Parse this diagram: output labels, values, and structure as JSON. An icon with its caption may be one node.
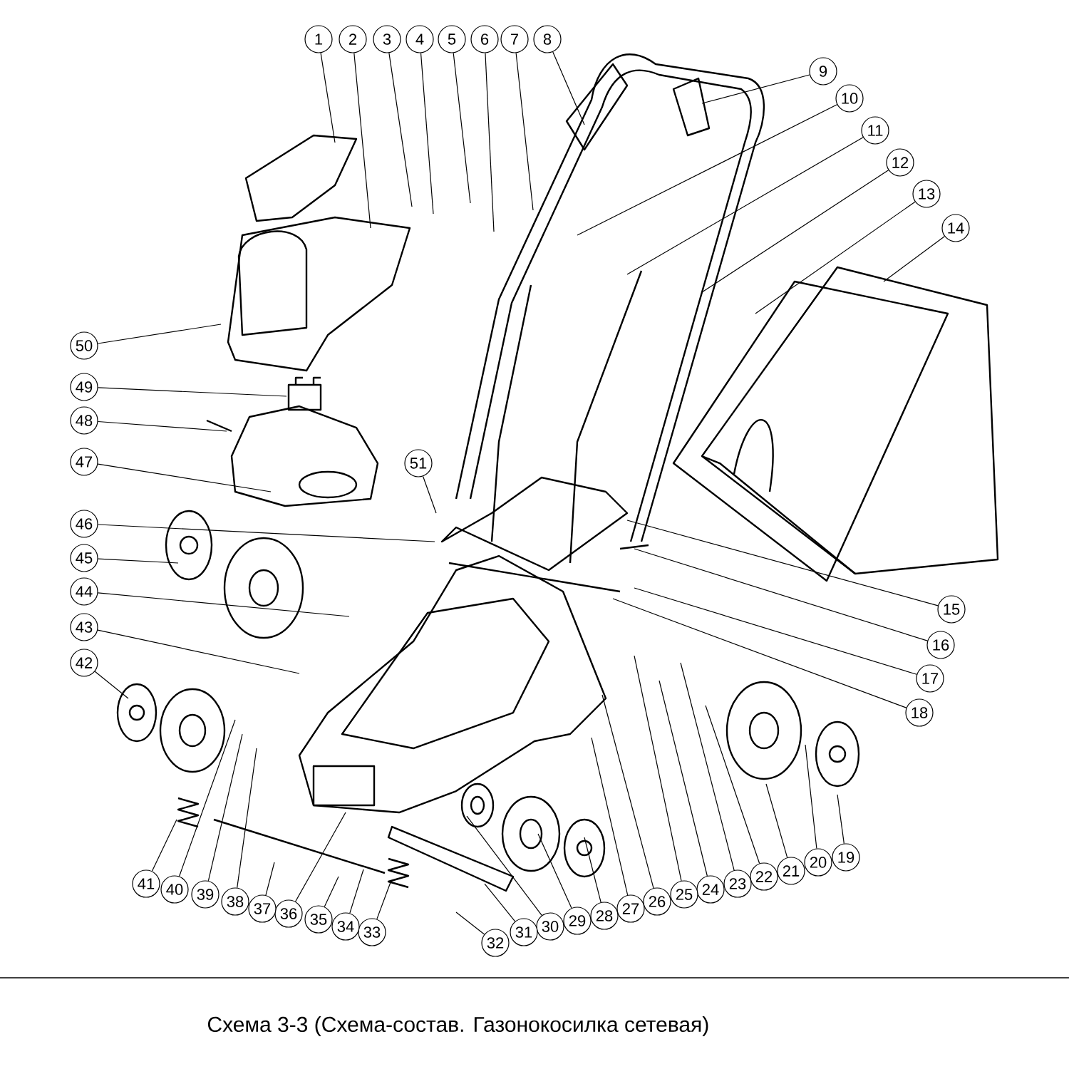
{
  "diagram": {
    "caption": "Схема 3-3 (Схема-состав. Газонокосилка сетевая)",
    "nodes": [
      {
        "text": [
          "1"
        ]
      },
      {
        "text": [
          "2"
        ]
      },
      {
        "text": [
          "3"
        ]
      },
      {
        "text": [
          "4"
        ]
      },
      {
        "text": [
          "5"
        ]
      },
      {
        "text": [
          "6"
        ]
      },
      {
        "text": [
          "7"
        ]
      },
      {
        "text": [
          "8"
        ]
      },
      {
        "text": [
          "9"
        ]
      },
      {
        "text": [
          "10"
        ]
      },
      {
        "text": [
          "11"
        ]
      },
      {
        "text": [
          "12"
        ]
      },
      {
        "text": [
          "13"
        ]
      },
      {
        "text": [
          "14"
        ]
      },
      {
        "text": [
          "15"
        ]
      },
      {
        "text": [
          "16"
        ]
      },
      {
        "text": [
          "17"
        ]
      },
      {
        "text": [
          "18"
        ]
      },
      {
        "text": [
          "19"
        ]
      },
      {
        "text": [
          "20"
        ]
      },
      {
        "text": [
          "21"
        ]
      },
      {
        "text": [
          "22"
        ]
      },
      {
        "text": [
          "23"
        ]
      },
      {
        "text": [
          "24"
        ]
      },
      {
        "text": [
          "25"
        ]
      },
      {
        "text": [
          "26"
        ]
      },
      {
        "text": [
          "27"
        ]
      },
      {
        "text": [
          "28"
        ]
      },
      {
        "text": [
          "29"
        ]
      },
      {
        "text": [
          "30"
        ]
      },
      {
        "text": [
          "31"
        ]
      },
      {
        "text": [
          "32"
        ]
      },
      {
        "text": [
          "33"
        ]
      },
      {
        "text": [
          "34"
        ]
      },
      {
        "text": [
          "35"
        ]
      },
      {
        "text": [
          "36"
        ]
      },
      {
        "text": [
          "37"
        ]
      },
      {
        "text": [
          "38"
        ]
      },
      {
        "text": [
          "39"
        ]
      },
      {
        "text": [
          "40"
        ]
      },
      {
        "text": [
          "41"
        ]
      },
      {
        "text": [
          "42"
        ]
      },
      {
        "text": [
          "43"
        ]
      },
      {
        "text": [
          "44"
        ]
      },
      {
        "text": [
          "45"
        ]
      },
      {
        "text": [
          "46"
        ]
      },
      {
        "text": [
          "47"
        ]
      },
      {
        "text": [
          "48"
        ]
      },
      {
        "text": [
          "49"
        ]
      },
      {
        "text": [
          "50"
        ]
      },
      {
        "text": [
          "51"
        ]
      }
    ],
    "edges": [
      {
        "from": 0,
        "to": null,
        "arrow": "none"
      },
      {
        "from": 1,
        "to": null,
        "arrow": "none"
      },
      {
        "from": 2,
        "to": null,
        "arrow": "none"
      },
      {
        "from": 3,
        "to": null,
        "arrow": "none"
      },
      {
        "from": 4,
        "to": null,
        "arrow": "none"
      },
      {
        "from": 5,
        "to": null,
        "arrow": "none"
      },
      {
        "from": 6,
        "to": null,
        "arrow": "none"
      },
      {
        "from": 7,
        "to": null,
        "arrow": "none"
      },
      {
        "from": 8,
        "to": null,
        "arrow": "none"
      },
      {
        "from": 9,
        "to": null,
        "arrow": "none"
      },
      {
        "from": 10,
        "to": null,
        "arrow": "none"
      },
      {
        "from": 11,
        "to": null,
        "arrow": "none"
      },
      {
        "from": 12,
        "to": null,
        "arrow": "none"
      },
      {
        "from": 13,
        "to": null,
        "arrow": "none"
      },
      {
        "from": 14,
        "to": null,
        "arrow": "none"
      },
      {
        "from": 15,
        "to": null,
        "arrow": "none"
      },
      {
        "from": 16,
        "to": null,
        "arrow": "none"
      },
      {
        "from": 17,
        "to": null,
        "arrow": "none"
      },
      {
        "from": 18,
        "to": null,
        "arrow": "none"
      },
      {
        "from": 19,
        "to": null,
        "arrow": "none"
      },
      {
        "from": 20,
        "to": null,
        "arrow": "none"
      },
      {
        "from": 21,
        "to": null,
        "arrow": "none"
      },
      {
        "from": 22,
        "to": null,
        "arrow": "none"
      },
      {
        "from": 23,
        "to": null,
        "arrow": "none"
      },
      {
        "from": 24,
        "to": null,
        "arrow": "none"
      },
      {
        "from": 25,
        "to": null,
        "arrow": "none"
      },
      {
        "from": 26,
        "to": null,
        "arrow": "none"
      },
      {
        "from": 27,
        "to": null,
        "arrow": "none"
      },
      {
        "from": 28,
        "to": null,
        "arrow": "none"
      },
      {
        "from": 29,
        "to": null,
        "arrow": "none"
      },
      {
        "from": 30,
        "to": null,
        "arrow": "none"
      },
      {
        "from": 31,
        "to": null,
        "arrow": "none"
      },
      {
        "from": 32,
        "to": null,
        "arrow": "none"
      },
      {
        "from": 33,
        "to": null,
        "arrow": "none"
      },
      {
        "from": 34,
        "to": null,
        "arrow": "none"
      },
      {
        "from": 35,
        "to": null,
        "arrow": "none"
      },
      {
        "from": 36,
        "to": null,
        "arrow": "none"
      },
      {
        "from": 37,
        "to": null,
        "arrow": "none"
      },
      {
        "from": 38,
        "to": null,
        "arrow": "none"
      },
      {
        "from": 39,
        "to": null,
        "arrow": "none"
      },
      {
        "from": 40,
        "to": null,
        "arrow": "none"
      },
      {
        "from": 41,
        "to": null,
        "arrow": "none"
      },
      {
        "from": 42,
        "to": null,
        "arrow": "none"
      },
      {
        "from": 43,
        "to": null,
        "arrow": "none"
      },
      {
        "from": 44,
        "to": null,
        "arrow": "none"
      },
      {
        "from": 45,
        "to": null,
        "arrow": "none"
      },
      {
        "from": 46,
        "to": null,
        "arrow": "none"
      },
      {
        "from": 47,
        "to": null,
        "arrow": "none"
      },
      {
        "from": 48,
        "to": null,
        "arrow": "none"
      },
      {
        "from": 49,
        "to": null,
        "arrow": "none"
      },
      {
        "from": 50,
        "to": null,
        "arrow": "none"
      }
    ]
  }
}
